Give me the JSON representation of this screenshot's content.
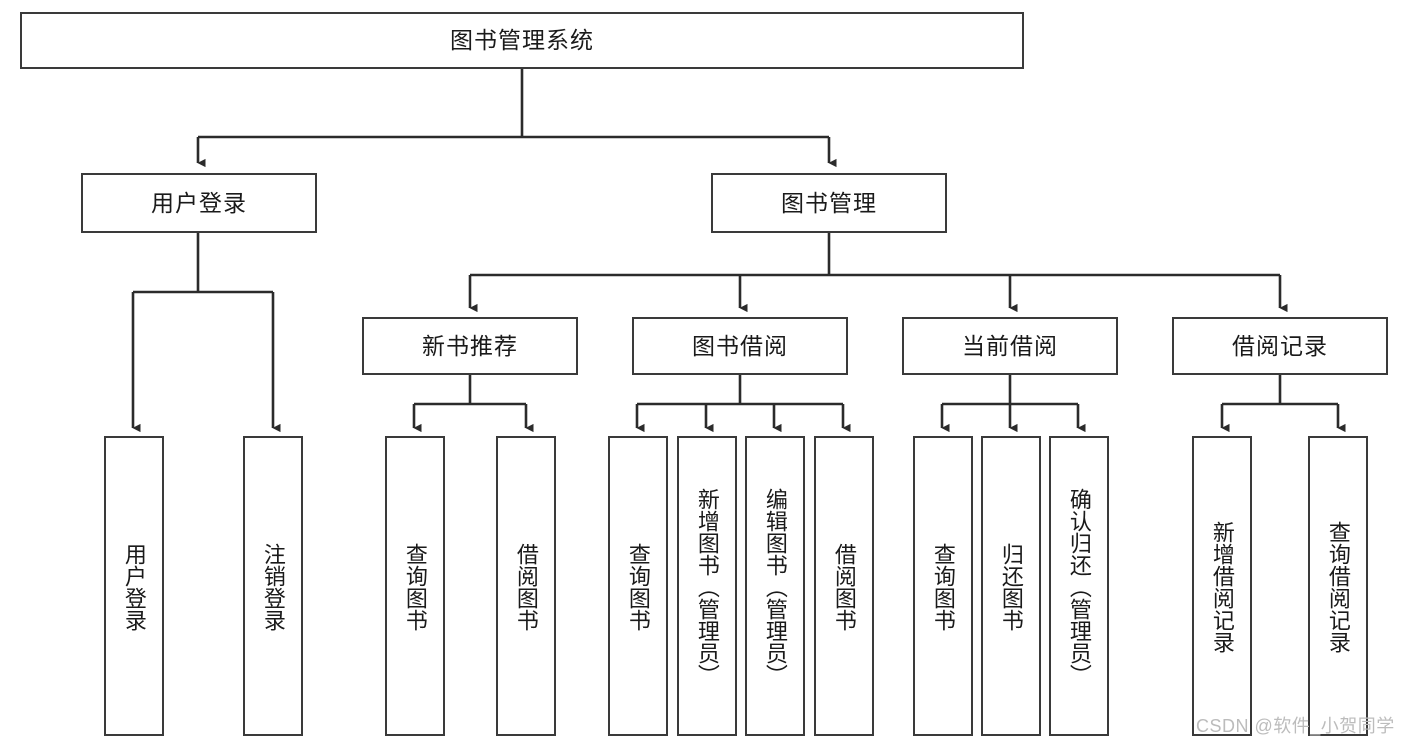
{
  "diagram": {
    "title": "图书管理系统",
    "root": {
      "id": "root",
      "label": "图书管理系统"
    },
    "level1": [
      {
        "id": "user-login",
        "label": "用户登录"
      },
      {
        "id": "book-management",
        "label": "图书管理"
      }
    ],
    "level2": [
      {
        "id": "new-book-recommend",
        "label": "新书推荐"
      },
      {
        "id": "book-borrow",
        "label": "图书借阅"
      },
      {
        "id": "current-borrow",
        "label": "当前借阅"
      },
      {
        "id": "borrow-record",
        "label": "借阅记录"
      }
    ],
    "leaves": {
      "user_login": [
        {
          "id": "leaf-user-login",
          "label": "用户登录"
        },
        {
          "id": "leaf-logout-login",
          "label": "注销登录"
        }
      ],
      "new_book_recommend": [
        {
          "id": "leaf-query-book-1",
          "label": "查询图书"
        },
        {
          "id": "leaf-borrow-book-1",
          "label": "借阅图书"
        }
      ],
      "book_borrow": [
        {
          "id": "leaf-query-book-2",
          "label": "查询图书"
        },
        {
          "id": "leaf-add-book-admin",
          "label": "新增图书（管理员）"
        },
        {
          "id": "leaf-edit-book-admin",
          "label": "编辑图书（管理员）"
        },
        {
          "id": "leaf-borrow-book-2",
          "label": "借阅图书"
        }
      ],
      "current_borrow": [
        {
          "id": "leaf-query-book-3",
          "label": "查询图书"
        },
        {
          "id": "leaf-return-book",
          "label": "归还图书"
        },
        {
          "id": "leaf-confirm-return-admin",
          "label": "确认归还（管理员）"
        }
      ],
      "borrow_record": [
        {
          "id": "leaf-add-borrow-record",
          "label": "新增借阅记录"
        },
        {
          "id": "leaf-query-borrow-record",
          "label": "查询借阅记录"
        }
      ]
    }
  },
  "watermark": {
    "text": "CSDN @软件_小贺同学"
  },
  "colors": {
    "box_border": "#3a3a3a",
    "box_fill": "#ffffff",
    "line": "#2b2b2b",
    "text": "#1a1a1a",
    "watermark": "#bcbcbc"
  }
}
